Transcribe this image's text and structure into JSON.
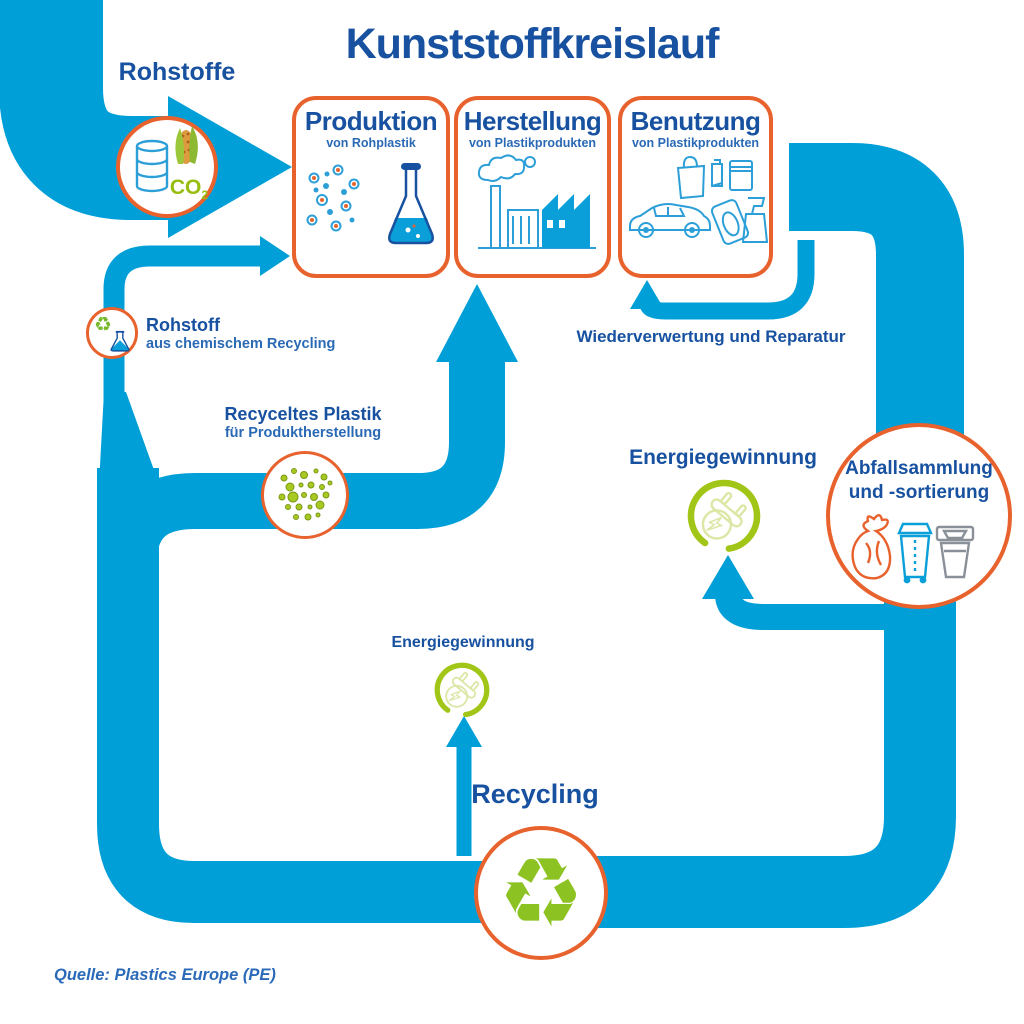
{
  "title": "Kunststoffkreislauf",
  "source": "Quelle: Plastics Europe (PE)",
  "colors": {
    "band_blue": "#009FD8",
    "dark_blue": "#1751A0",
    "mid_blue": "#2A6AB5",
    "line_art_blue": "#2D9FD8",
    "orange": "#E8622D",
    "green": "#8CC222",
    "lime_ring": "#A2C617"
  },
  "nodes": {
    "rohstoffe": {
      "label": "Rohstoffe",
      "icon": "oil-barrel-corn-co2-icon",
      "co2_base": "CO",
      "co2_sub": "2"
    },
    "produktion": {
      "title": "Produktion",
      "subtitle": "von Rohplastik",
      "icon": "molecules-flask-icon"
    },
    "herstellung": {
      "title": "Herstellung",
      "subtitle": "von Plastikprodukten",
      "icon": "factory-icon"
    },
    "benutzung": {
      "title": "Benutzung",
      "subtitle": "von Plastikprodukten",
      "icon": "plastic-products-icon"
    },
    "wiederverwertung": {
      "label": "Wiederverwertung und Reparatur"
    },
    "abfallsammlung": {
      "line1": "Abfallsammlung",
      "line2": "und -sortierung",
      "icon": "waste-bag-and-bins-icon"
    },
    "energiegewinnung_rechts": {
      "label": "Energiegewinnung",
      "icon": "power-plug-icon"
    },
    "energiegewinnung_mitte": {
      "label": "Energiegewinnung",
      "icon": "power-plug-icon"
    },
    "recycling": {
      "label": "Recycling",
      "icon": "recycling-arrows-icon",
      "glyph": "♻"
    },
    "rohstoff_chemisch": {
      "title": "Rohstoff",
      "subtitle": "aus chemischem Recycling",
      "icon": "chemical-recycling-icon",
      "glyph": "♻"
    },
    "recyceltes_plastik": {
      "title": "Recyceltes Plastik",
      "subtitle": "für Produktherstellung",
      "icon": "plastic-granulate-icon"
    }
  }
}
